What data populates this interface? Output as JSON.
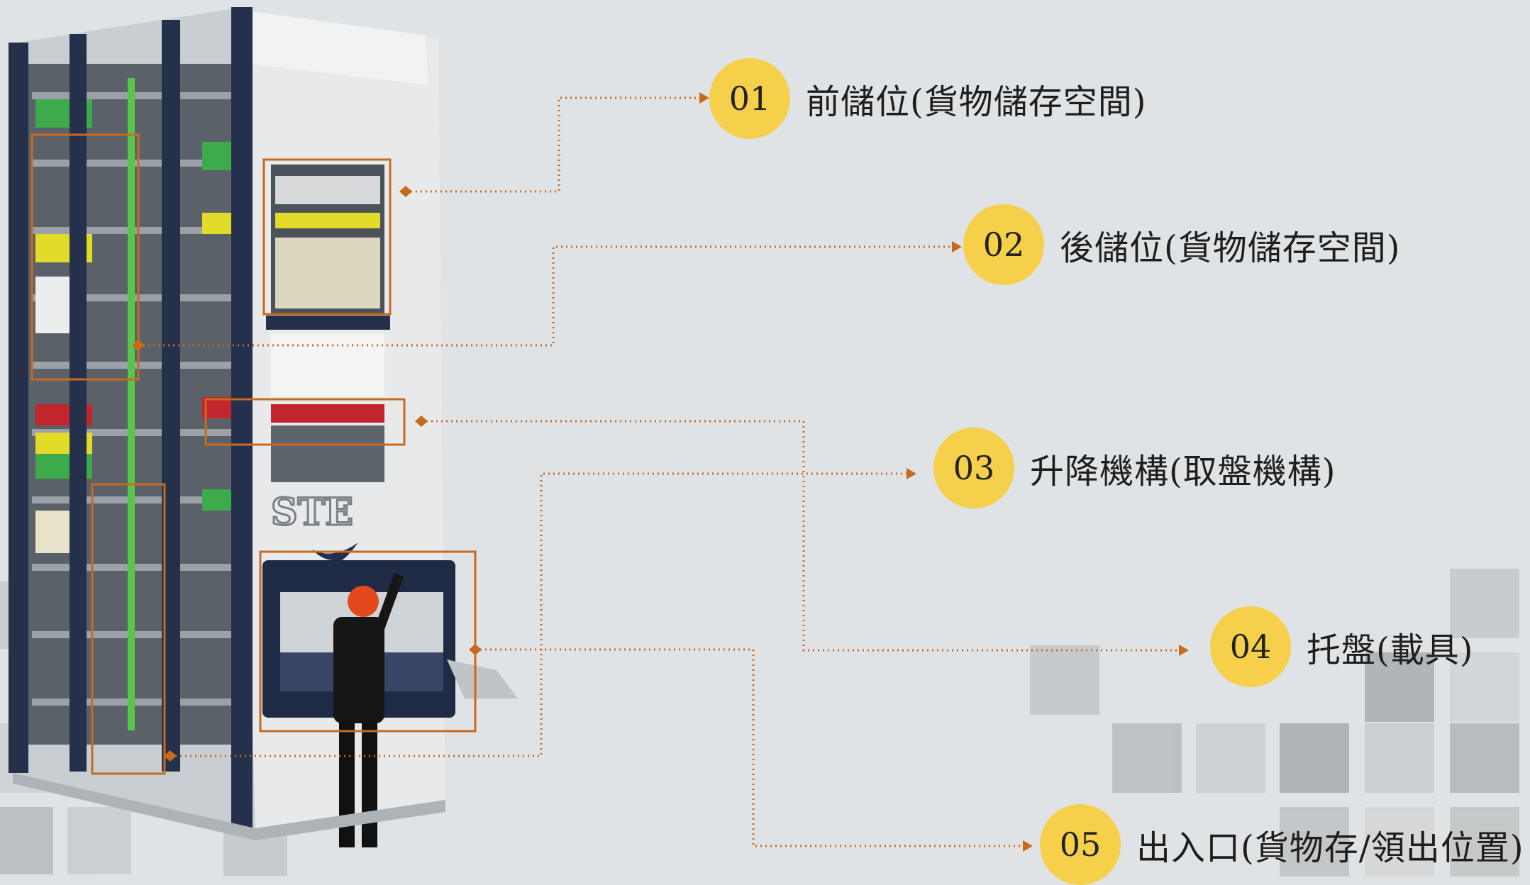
{
  "accent_color": "#f6cf4b",
  "connector_color": "#c86a1e",
  "brand_logo": "STE",
  "labels": [
    {
      "num": "01",
      "text": "前儲位(貨物儲存空間)"
    },
    {
      "num": "02",
      "text": "後儲位(貨物儲存空間)"
    },
    {
      "num": "03",
      "text": "升降機構(取盤機構)"
    },
    {
      "num": "04",
      "text": "托盤(載具)"
    },
    {
      "num": "05",
      "text": "出入口(貨物存/領出位置)"
    }
  ]
}
